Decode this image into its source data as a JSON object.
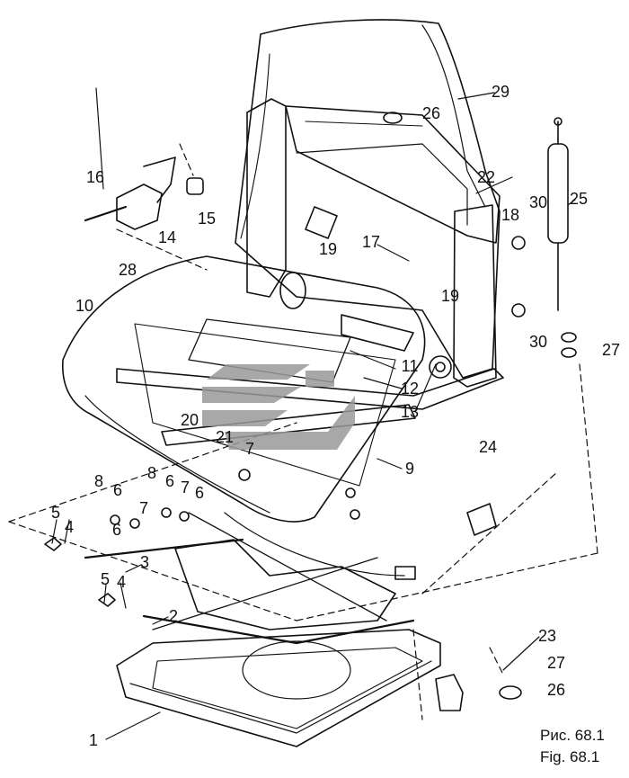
{
  "figure": {
    "caption_ru": "Рис. 68.1",
    "caption_en": "Fig. 68.1"
  },
  "callouts": [
    "1",
    "2",
    "3",
    "4",
    "4",
    "5",
    "5",
    "6",
    "6",
    "6",
    "6",
    "7",
    "7",
    "7",
    "8",
    "8",
    "9",
    "10",
    "11",
    "12",
    "13",
    "14",
    "15",
    "16",
    "17",
    "18",
    "19",
    "19",
    "20",
    "21",
    "22",
    "23",
    "24",
    "25",
    "26",
    "26",
    "27",
    "27",
    "28",
    "29",
    "30",
    "30"
  ],
  "watermark": "watermark-logo",
  "colors": {
    "ink": "#111111",
    "watermark": "#9a9a9a",
    "paper": "#ffffff"
  }
}
